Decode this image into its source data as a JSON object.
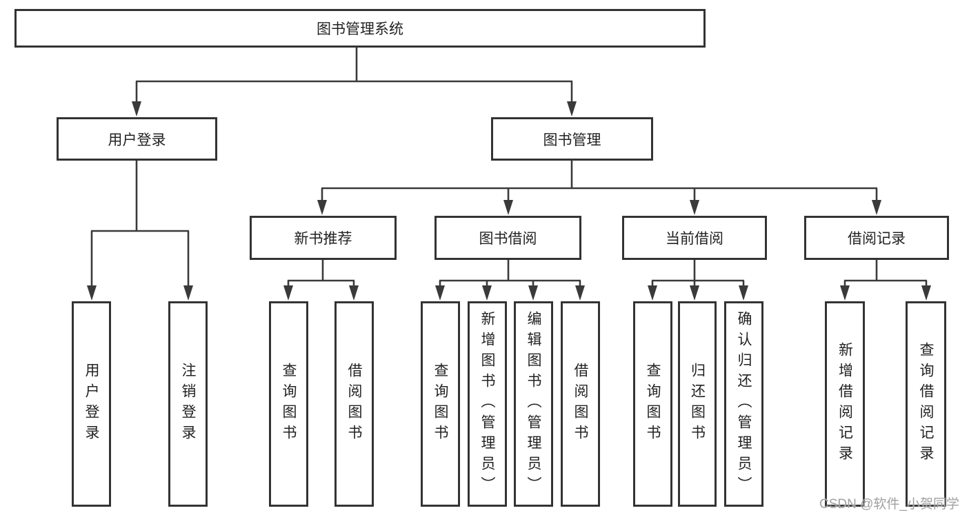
{
  "diagram": {
    "root": {
      "label": "图书管理系统"
    },
    "level2": [
      {
        "label": "用户登录"
      },
      {
        "label": "图书管理"
      }
    ],
    "level3": [
      {
        "label": "新书推荐"
      },
      {
        "label": "图书借阅"
      },
      {
        "label": "当前借阅"
      },
      {
        "label": "借阅记录"
      }
    ],
    "leaves": [
      {
        "label": "用户登录"
      },
      {
        "label": "注销登录"
      },
      {
        "label": "查询图书"
      },
      {
        "label": "借阅图书"
      },
      {
        "label": "查询图书"
      },
      {
        "label": "新增图书（管理员）"
      },
      {
        "label": "编辑图书（管理员）"
      },
      {
        "label": "借阅图书"
      },
      {
        "label": "查询图书"
      },
      {
        "label": "归还图书"
      },
      {
        "label": "确认归还（管理员）"
      },
      {
        "label": "新增借阅记录"
      },
      {
        "label": "查询借阅记录"
      }
    ],
    "watermark": "CSDN @软件_小贺同学",
    "colors": {
      "line": "#3a3a3a",
      "box_border": "#333333",
      "text": "#222222",
      "watermark": "#a0a0a0",
      "background": "#ffffff"
    }
  }
}
